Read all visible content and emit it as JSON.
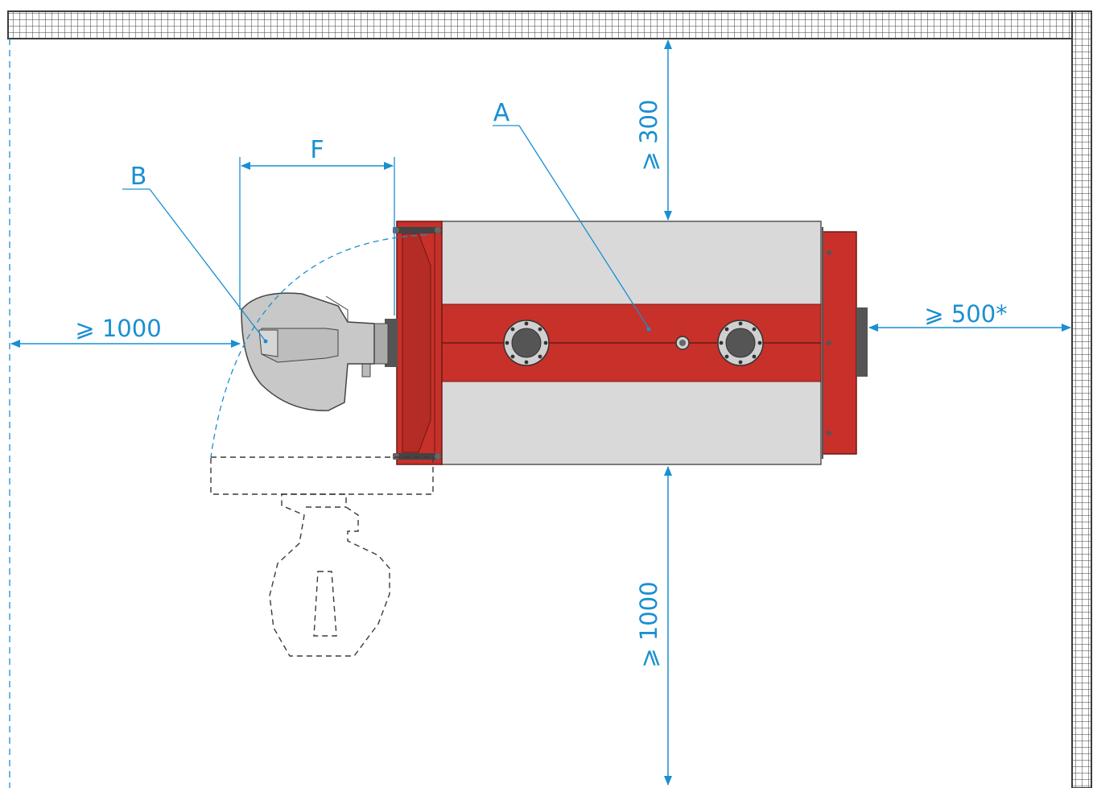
{
  "labels": {
    "a": "A",
    "b": "B",
    "f": "F"
  },
  "dimensions": {
    "left_clearance": "⩾ 1000",
    "top_clearance": "⩾ 300",
    "right_clearance": "⩾ 500*",
    "bottom_clearance": "⩾ 1000"
  },
  "colors": {
    "wall_hatch": "#3c3c3c",
    "boiler_body": "#d9d9d9",
    "boiler_band": "#c8302a",
    "burner": "#c8c8c8",
    "dimension_line": "#1a8fd1",
    "outline": "#3a3a3a"
  }
}
